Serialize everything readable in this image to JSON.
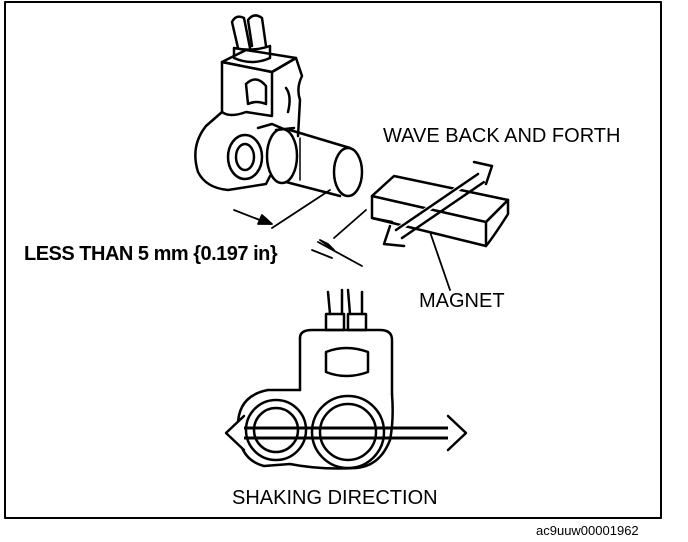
{
  "labels": {
    "wave": "WAVE BACK AND FORTH",
    "distance": "LESS THAN 5 mm {0.197 in}",
    "magnet": "MAGNET",
    "shaking": "SHAKING DIRECTION",
    "figure_code": "ac9uuw00001962"
  }
}
